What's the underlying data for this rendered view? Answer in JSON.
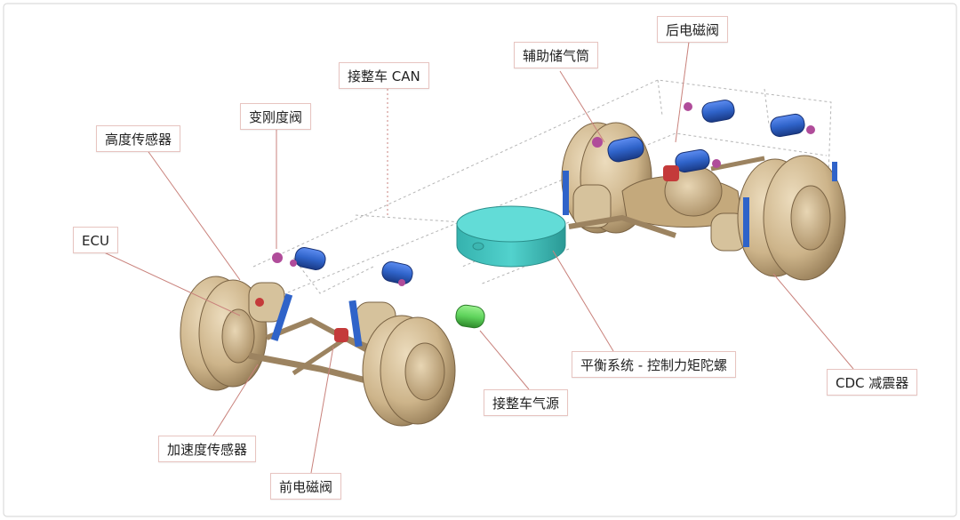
{
  "labels": {
    "rear_solenoid": "后电磁阀",
    "aux_air_tank": "辅助储气筒",
    "vehicle_can": "接整车 CAN",
    "stiffness_valve": "变刚度阀",
    "height_sensor": "高度传感器",
    "ecu": "ECU",
    "balance_system": "平衡系统 - 控制力矩陀螺",
    "vehicle_air_source": "接整车气源",
    "cdc_damper": "CDC 减震器",
    "accel_sensor": "加速度传感器",
    "front_solenoid": "前电磁阀"
  },
  "colors": {
    "tire": "#cdb48a",
    "air_tank": "#2f63c9",
    "gyro": "#45c8c4",
    "air_source": "#5fd35c",
    "valve": "#b04c9a",
    "solenoid": "#c43a3a",
    "leader_line": "#c9827c"
  }
}
